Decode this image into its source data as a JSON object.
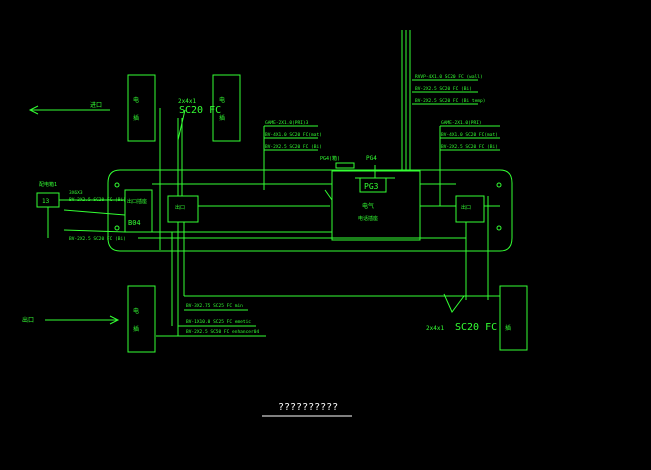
{
  "title": "??????????",
  "labels": {
    "left_arrow_top": "进口",
    "left_arrow_bottom": "出口",
    "conduit_top": "SC20 FC",
    "conduit_top_prefix": "2x4x1",
    "conduit_bottom": "SC20 FC",
    "conduit_bottom_prefix": "2x4x1",
    "pg4": "PG4",
    "pg3": "PG3",
    "box_left_code": "B04",
    "box_top_left_1": "电",
    "box_top_left_2": "插",
    "box_top_right_1": "电",
    "box_top_right_2": "插",
    "box_bottom_left_1": "电",
    "box_bottom_left_2": "插",
    "box_bottom_right_1": "插",
    "small_box_1": "13",
    "small_box_1_label": "配电箱1",
    "inner_box_left": "出口",
    "inner_box_mid": "出口",
    "inner_box_right": "出口",
    "center_box_1": "电气",
    "center_box_2": "电话插座",
    "left_box_label": "出口插座",
    "dev_label": "PG4(箱)",
    "cable_top_1": "RVVP-4X1.0 SC20 FC (wall)",
    "cable_top_2": "BV-2X2.5 SC20 FC (Bi)",
    "cable_top_3": "BV-2X2.5 SC20 FC (Bi temp)",
    "cable_mid_1": "GAME-2X1.0(PRI)3",
    "cable_mid_2": "BV-4X1.0 SC20 FC(mat)",
    "cable_mid_3": "BV-2X2.5 SC20 FC (Bi)",
    "cable_right_1": "GAME-2X1.0(PRI)",
    "cable_right_2": "BV-4X1.0 SC20 FC(mat)",
    "cable_right_3": "BV-2X2.5 SC20 FC (Bi)",
    "cable_left_1": "3X6X3",
    "cable_left_2": "BV-2X2.5 SC20 FC (Bi)",
    "cable_left_3": "BV-2X2.5 SC20 FC (Bi)",
    "cable_bottom_1": "BV-3X2.75 SC25 FC min",
    "cable_bottom_2": "BV-1X10.0 SC25 FC emetic",
    "cable_bottom_3": "BV-2X2.5 SC50 FC enhancer04"
  }
}
